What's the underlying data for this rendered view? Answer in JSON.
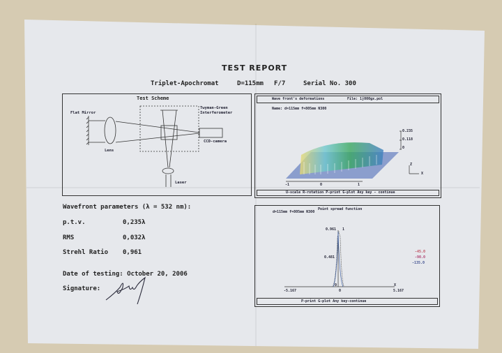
{
  "report": {
    "title": "TEST REPORT",
    "product": "Triplet-Apochromat",
    "diameter": "D=115mm",
    "focal_ratio": "F/7",
    "serial": "Serial No. 300"
  },
  "scheme": {
    "title": "Test Scheme",
    "flat_mirror": "Flat Mirror",
    "lens": "Lens",
    "interferometer": "Twyman-Green",
    "interferometer_2": "Interferometer",
    "camera": "CCD-camera",
    "laser": "Laser"
  },
  "wavefront_panel": {
    "title": "Wave front's deformations",
    "file": "File: 1j000gx.pol",
    "name": "Name:  d=115mm f=805mm N300",
    "scale_top": "0.235",
    "scale_mid": "0.118",
    "scale_zero": "0",
    "axis_left": "-1",
    "axis_mid": "0",
    "axis_right": "1",
    "axis_z": "Z",
    "axis_x": "X",
    "footer": "U-scale  R-rotation  P-print  G-plot  Any key - continue"
  },
  "psf_panel": {
    "title": "Point spread function",
    "name": "d=115mm f=805mm N300",
    "peak": "0.961",
    "peak_marker": "1",
    "half": "0.481",
    "zero": "0",
    "x_min": "-5.167",
    "x_zero": "0",
    "x_max": "5.167",
    "x_label": "X",
    "legend": [
      "-45.0",
      "-90.0",
      "-135.0"
    ],
    "legend_colors": [
      "#c05060",
      "#b04070",
      "#405090"
    ],
    "footer": "P-print   G-plot   Any key-continue"
  },
  "parameters": {
    "heading": "Wavefront parameters (λ = 532 nm):",
    "rows": [
      {
        "label": "p.t.v.",
        "value": "0,235λ"
      },
      {
        "label": "RMS",
        "value": "0,032λ"
      },
      {
        "label": "Strehl Ratio",
        "value": "0,961"
      }
    ],
    "date": "Date of testing: October 20, 2006",
    "signature_label": "Signature:"
  }
}
